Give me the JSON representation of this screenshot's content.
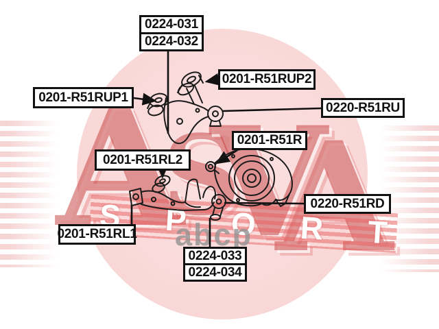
{
  "labels": [
    {
      "id": "0224-031",
      "text": "0224-031"
    },
    {
      "id": "0224-032",
      "text": "0224-032"
    },
    {
      "id": "0201-R51RUP2",
      "text": "0201-R51RUP2"
    },
    {
      "id": "0201-R51RUP1",
      "text": "0201-R51RUP1"
    },
    {
      "id": "0220-R51RU",
      "text": "0220-R51RU"
    },
    {
      "id": "0201-R51R",
      "text": "0201-R51R"
    },
    {
      "id": "0201-R51RL2",
      "text": "0201-R51RL2"
    },
    {
      "id": "0220-R51RD",
      "text": "0220-R51RD"
    },
    {
      "id": "0201-R51RL1",
      "text": "0201-R51RL1"
    },
    {
      "id": "0224-033",
      "text": "0224-033"
    },
    {
      "id": "0224-034",
      "text": "0224-034"
    }
  ],
  "watermark": {
    "brand": "ASVA",
    "brand_letters": [
      "A",
      "S",
      "V",
      "A"
    ],
    "sport": "SPORT",
    "sport_letters": [
      "S",
      "P",
      "O",
      "R",
      "T"
    ],
    "abcp": "abcp",
    "colors": {
      "brand_red": "#c43737",
      "band_red": "#e06060",
      "stripe_pink": "#f6d4d4",
      "circle_pink": "#f9d3d3",
      "abcp_gray": "#949292",
      "line_black": "#111111"
    }
  }
}
